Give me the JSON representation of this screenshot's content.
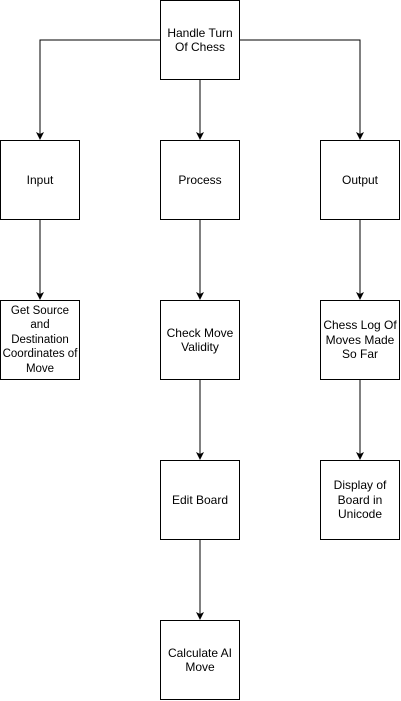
{
  "nodes": {
    "root": "Handle Turn\nOf Chess",
    "input": "Input",
    "process": "Process",
    "output": "Output",
    "get_source": "Get Source\nand\nDestination\nCoordinates of\nMove",
    "check_move": "Check Move\nValidity",
    "chess_log": "Chess Log Of\nMoves Made\nSo Far",
    "edit_board": "Edit Board",
    "display_board": "Display of\nBoard in\nUnicode",
    "calculate_ai": "Calculate AI\nMove"
  },
  "edges": [
    {
      "from": "root",
      "to": "input"
    },
    {
      "from": "root",
      "to": "process"
    },
    {
      "from": "root",
      "to": "output"
    },
    {
      "from": "input",
      "to": "get_source"
    },
    {
      "from": "process",
      "to": "check_move"
    },
    {
      "from": "output",
      "to": "chess_log"
    },
    {
      "from": "check_move",
      "to": "edit_board"
    },
    {
      "from": "chess_log",
      "to": "display_board"
    },
    {
      "from": "edit_board",
      "to": "calculate_ai"
    }
  ],
  "colors": {
    "stroke": "#000000",
    "fill": "#ffffff",
    "text": "#000000"
  }
}
